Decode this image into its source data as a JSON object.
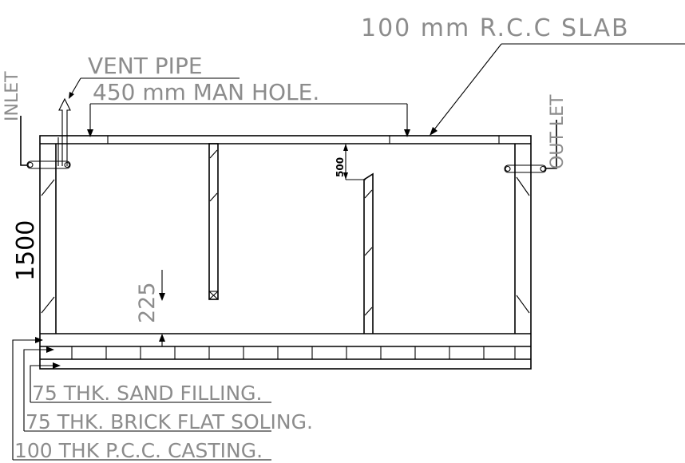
{
  "labels": {
    "slab": "100 mm R.C.C   SLAB",
    "vent": "VENT PIPE",
    "manhole": "450  mm   MAN HOLE.",
    "inlet": "INLET",
    "outlet": "OUT LET",
    "depth_total": "1500",
    "baffle_gap": "500",
    "bottom_gap": "225",
    "sand": {
      "dim": "75   THK. SAND",
      "rest": " FILLING."
    },
    "brick": {
      "dim": "75  THK.  BRICK",
      "rest": " FLAT SOLING."
    },
    "pcc": {
      "dim": "100  THK  P.C.C.",
      "rest": " CASTING."
    }
  },
  "colors": {
    "line": "#000000",
    "dimension_text": "#8c8c8c",
    "label_text": "#000000"
  }
}
